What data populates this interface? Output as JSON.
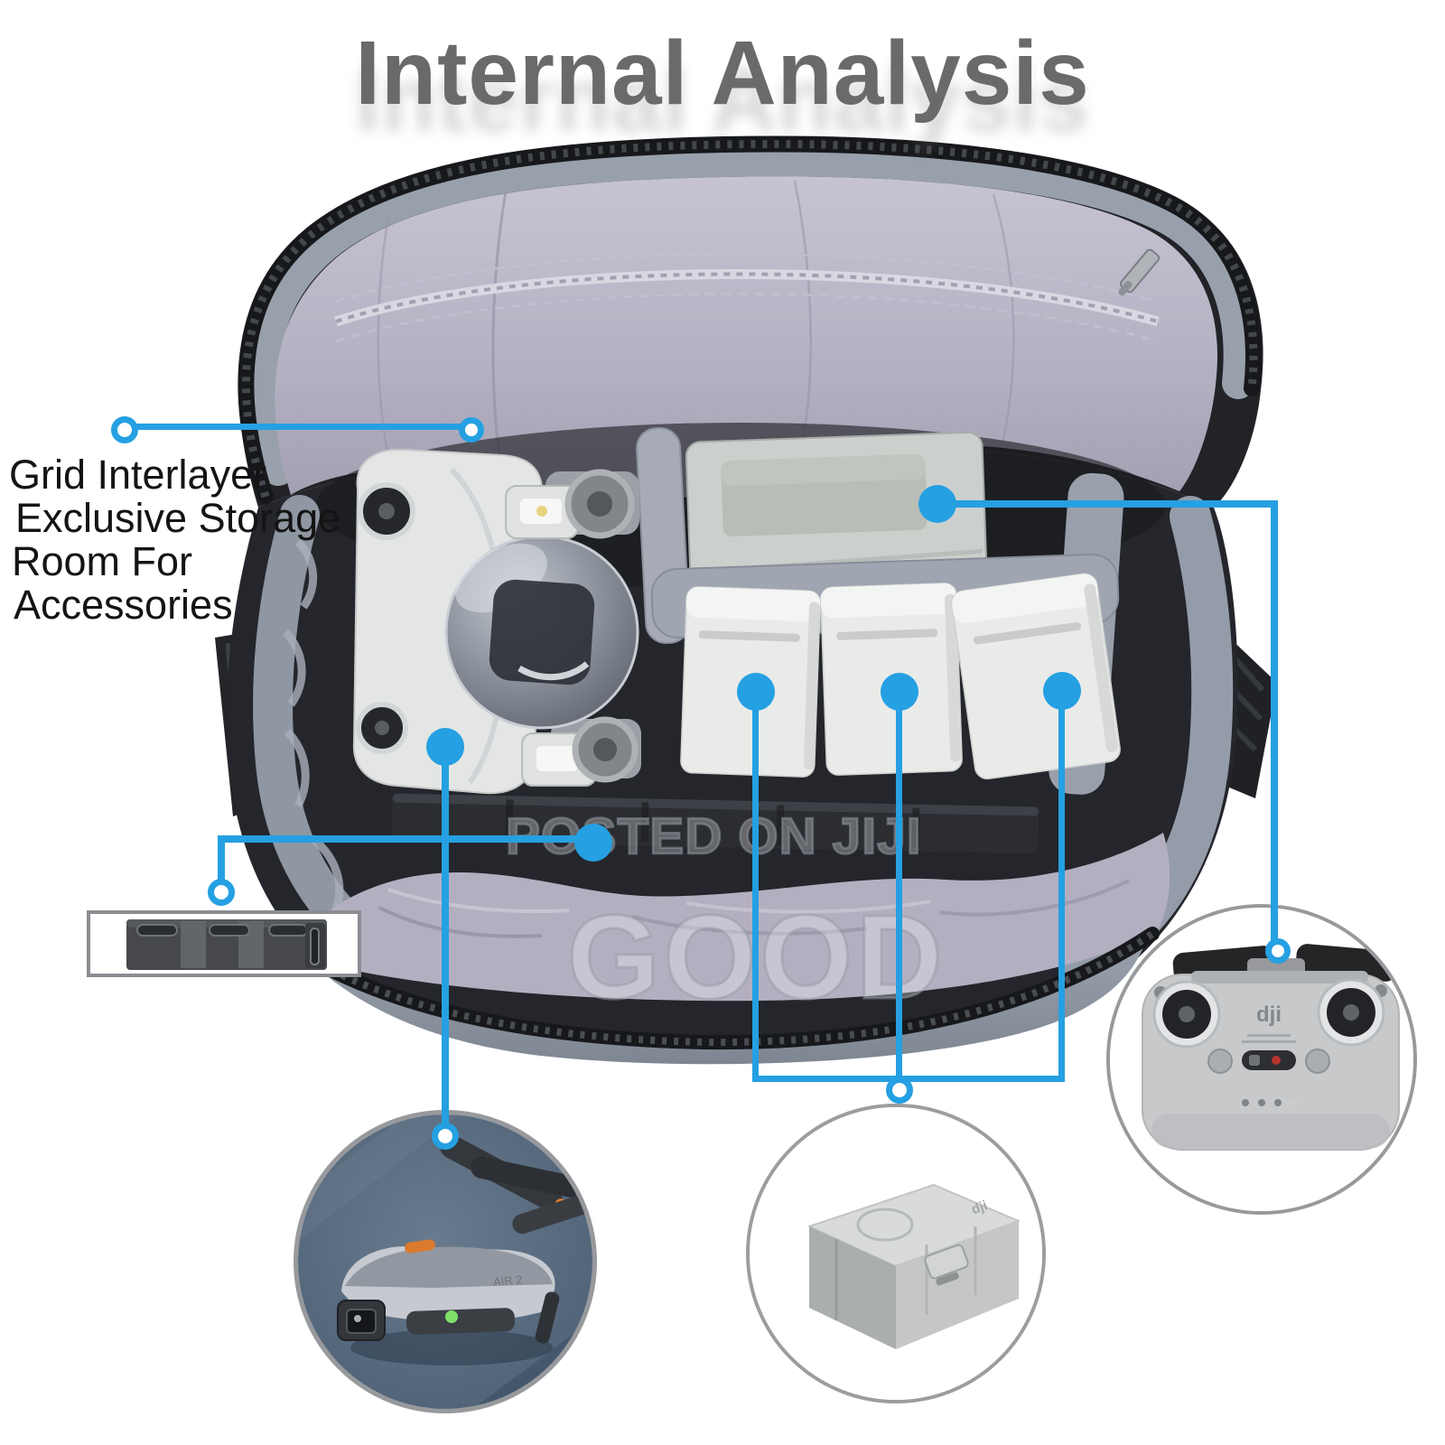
{
  "title": "Internal Analysis",
  "annotation": {
    "grid_interlayer": {
      "line1": "Grid Interlayer",
      "line2": "Exclusive Storage",
      "line3": "Room For",
      "line4": "Accessories"
    }
  },
  "watermark": {
    "primary": "POSTED ON JIJI",
    "secondary": "GOOD"
  },
  "figures": {
    "drone_photo": {
      "body_text": "AIR 2"
    },
    "battery_photo": {
      "logo": "dji"
    },
    "remote_photo": {
      "logo": "dji"
    }
  },
  "colors": {
    "accent": "#25a0e2",
    "title": "#6a6a6a",
    "circle-border": "#97999c",
    "box-border": "#8a8d92",
    "bag-lining": "#b4b0c2",
    "bag-shell": "#8f97a3",
    "zipper": "#17181b"
  }
}
